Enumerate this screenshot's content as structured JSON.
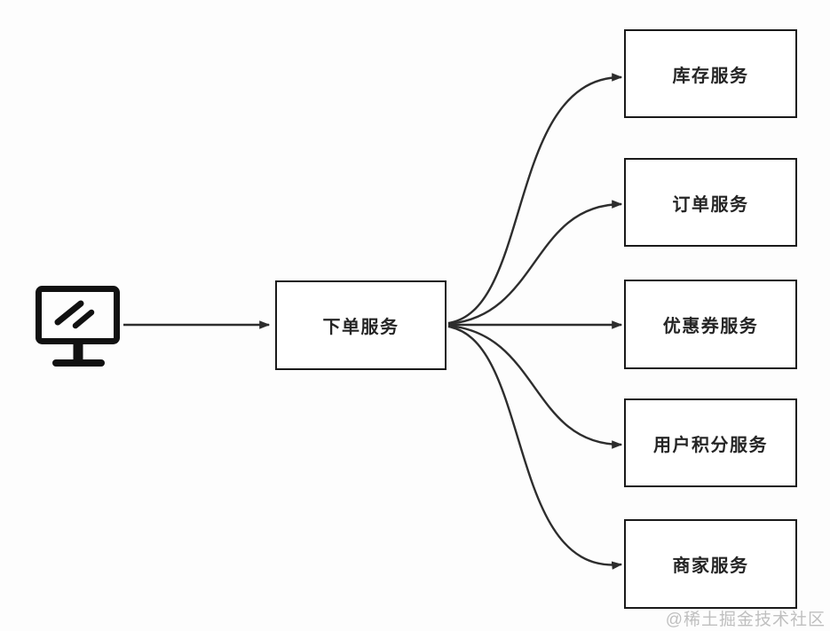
{
  "diagram": {
    "client": {
      "icon": "monitor-icon"
    },
    "source_node": {
      "label": "下单服务"
    },
    "target_nodes": [
      {
        "label": "库存服务"
      },
      {
        "label": "订单服务"
      },
      {
        "label": "优惠券服务"
      },
      {
        "label": "用户积分服务"
      },
      {
        "label": "商家服务"
      }
    ],
    "edges": [
      {
        "from": "monitor-client",
        "to": "下单服务",
        "style": "straight"
      },
      {
        "from": "下单服务",
        "to": "库存服务",
        "style": "curved"
      },
      {
        "from": "下单服务",
        "to": "订单服务",
        "style": "curved"
      },
      {
        "from": "下单服务",
        "to": "优惠券服务",
        "style": "straight"
      },
      {
        "from": "下单服务",
        "to": "用户积分服务",
        "style": "curved"
      },
      {
        "from": "下单服务",
        "to": "商家服务",
        "style": "curved"
      }
    ],
    "colors": {
      "line": "#2d2d2d",
      "box_border": "#1a1a1a",
      "box_background": "#ffffff",
      "text": "#252525",
      "watermark": "#bfbfbf",
      "background": "#fdfdfd"
    }
  },
  "watermark": {
    "text": "@稀土掘金技术社区"
  }
}
